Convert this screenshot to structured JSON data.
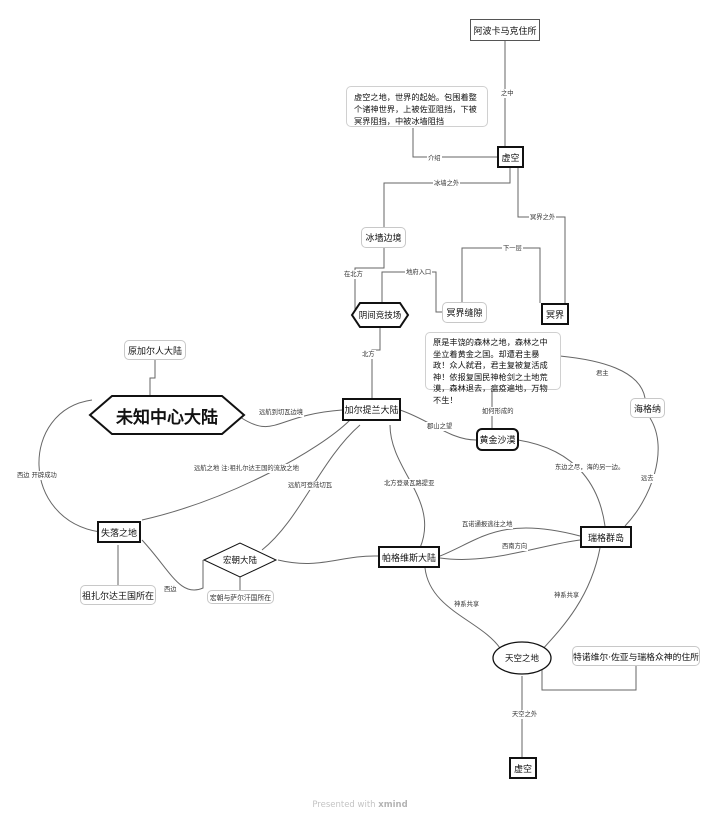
{
  "nodes": {
    "abokamak": "阿波卡马克住所",
    "void_desc": "虚空之地，世界的起始。包围着整个诸神世界，上被佐亚阻挡，下被冥界阻挡，中被冰墙阻挡",
    "void_top": "虚空",
    "ice_border": "冰墙边境",
    "underworld_rift": "冥界缝隙",
    "underworld": "冥界",
    "shadow_arena": "阴间竞技场",
    "golden_desert_desc": "原是丰饶的森林之地，森林之中坐立着黄金之国。却遭君主暴政！众人弑君，君主复被复活成神！依报复国民神枪剑之土地荒漠，森林退去，瘟疫遍地，万物不生！",
    "yuanjiaer": "原加尔人大陆",
    "unknown_center": "未知中心大陆",
    "garteland": "加尔提兰大陆",
    "golden_desert": "黄金沙漠",
    "hageren": "海格纳",
    "lost_land": "失落之地",
    "zuzhaerda": "祖扎尔达王国所在",
    "hongchao": "宏朝大陆",
    "hongchao_note": "宏朝与萨尔汗国所在",
    "pageweisi": "帕格维斯大陆",
    "ruige_islands": "瑞格群岛",
    "sky_land": "天空之地",
    "tenowell": "特诺维尔·佐亚与瑞格众神的住所",
    "void_bottom": "虚空"
  },
  "edge_labels": {
    "e1": "之中",
    "e2": "介绍",
    "e3": "冰墙之外",
    "e4": "冥界之外",
    "e5": "下一层",
    "e6": "在北方",
    "e7": "地府入口",
    "e8": "北方",
    "e9": "远航到切瓦边境",
    "e10": "郡山之望",
    "e11": "如何形成的",
    "e12": "君主",
    "e13": "西边 开辟成功",
    "e14": "远航之地 注:祖扎尔达王国的流放之地",
    "e15": "远航可登陆切瓦",
    "e16": "北方登录瓦路提亚",
    "e17": "东边之尽，海的另一边。",
    "e18": "远去",
    "e19": "瓦诺通报逃往之地",
    "e20": "西南方向",
    "e21": "西边",
    "e22": "神系共享",
    "e23": "神系共享",
    "e24": "天空之外"
  },
  "footer": {
    "prefix": "Presented with",
    "brand": "xmind"
  }
}
